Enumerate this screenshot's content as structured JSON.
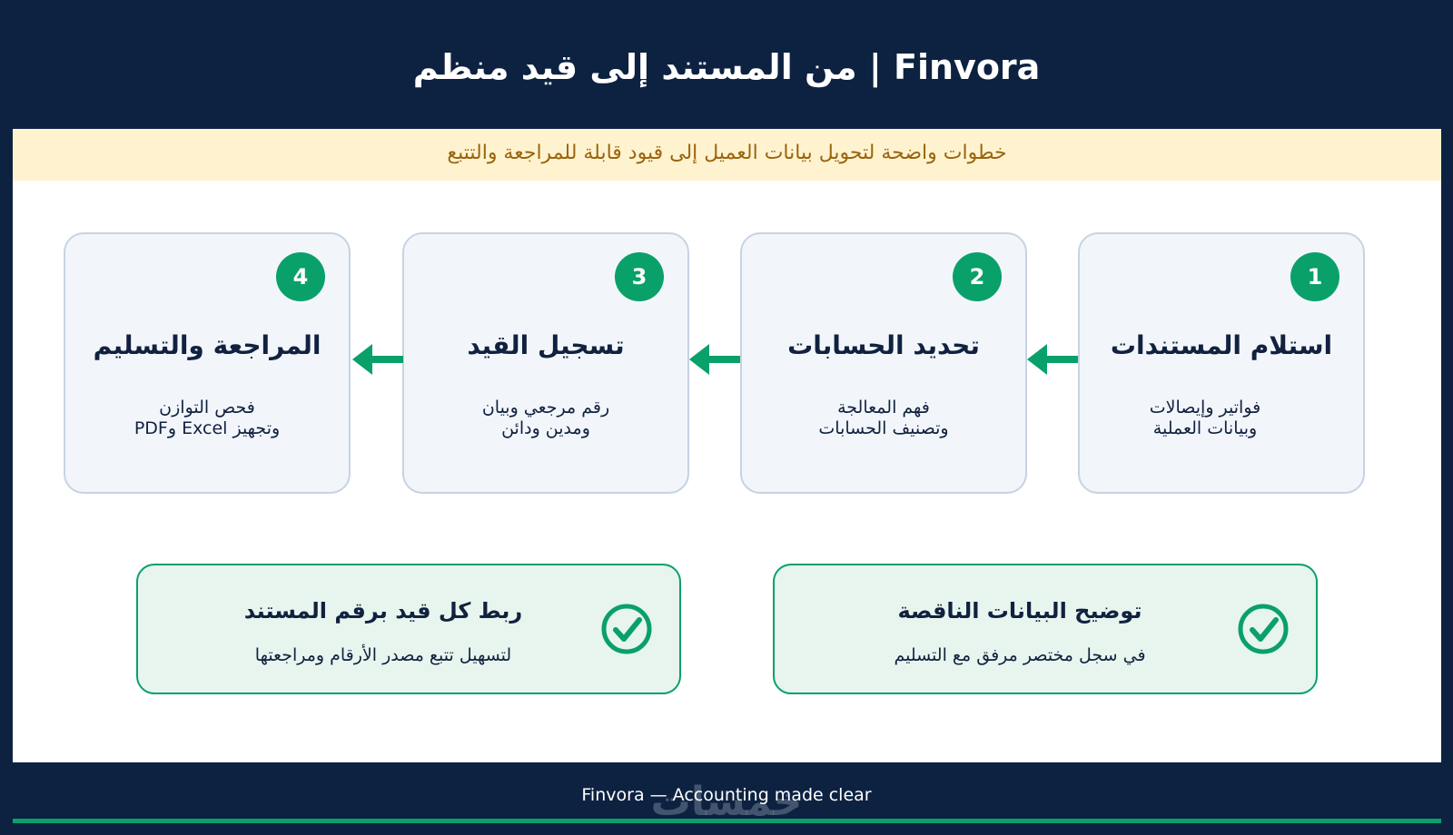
{
  "header": {
    "title": "Finvora | من المستند إلى قيد منظم"
  },
  "subtitle": "خطوات واضحة لتحويل بيانات العميل إلى قيود قابلة للمراجعة والتتبع",
  "steps": [
    {
      "number": "1",
      "title": "استلام المستندات",
      "desc_line1": "فواتير وإيصالات",
      "desc_line2": "وبيانات العملية"
    },
    {
      "number": "2",
      "title": "تحديد الحسابات",
      "desc_line1": "فهم المعالجة",
      "desc_line2": "وتصنيف الحسابات"
    },
    {
      "number": "3",
      "title": "تسجيل القيد",
      "desc_line1": "رقم مرجعي وبيان",
      "desc_line2": "ومدين ودائن"
    },
    {
      "number": "4",
      "title": "المراجعة والتسليم",
      "desc_line1": "فحص التوازن",
      "desc_line2": "وتجهيز Excel وPDF"
    }
  ],
  "notes": [
    {
      "title": "توضيح البيانات الناقصة",
      "desc": "في سجل مختصر مرفق مع التسليم"
    },
    {
      "title": "ربط كل قيد برقم المستند",
      "desc": "لتسهيل تتبع مصدر الأرقام ومراجعتها"
    }
  ],
  "footer": {
    "text": "Finvora — Accounting made clear",
    "watermark": "خمسات"
  },
  "colors": {
    "navy": "#0d2241",
    "green": "#0aa06a",
    "band": "#fff3cf",
    "band_text": "#9a6410",
    "card": "#f2f6fb"
  },
  "icons": {
    "step_connector": "arrow-left-icon",
    "note_marker": "check-circle-icon"
  }
}
